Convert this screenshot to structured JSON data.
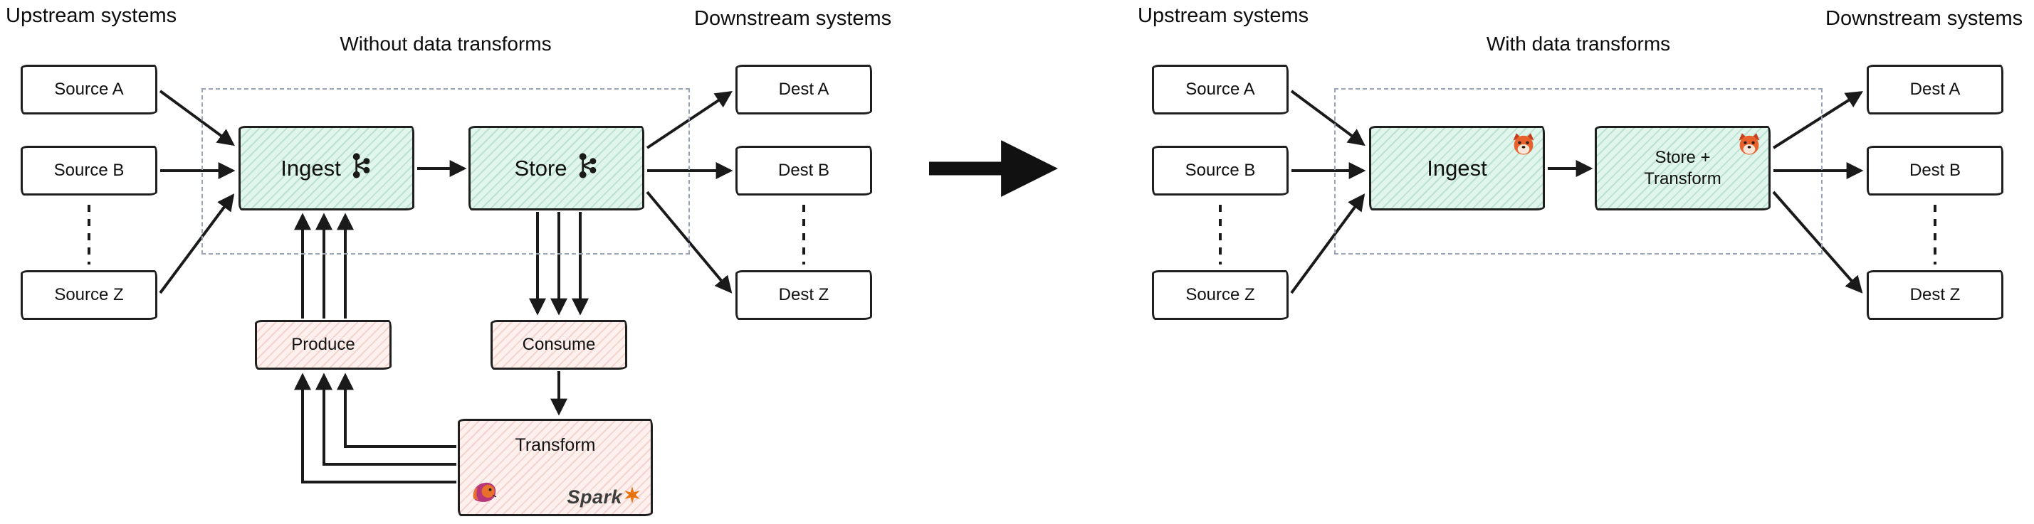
{
  "left": {
    "upstream_label": "Upstream systems",
    "downstream_label": "Downstream systems",
    "title": "Without data transforms",
    "sources": [
      "Source A",
      "Source B",
      "Source Z"
    ],
    "dests": [
      "Dest A",
      "Dest B",
      "Dest Z"
    ],
    "ingest": "Ingest",
    "store": "Store",
    "produce": "Produce",
    "consume": "Consume",
    "transform": "Transform",
    "spark": "Spark"
  },
  "right": {
    "upstream_label": "Upstream systems",
    "downstream_label": "Downstream systems",
    "title": "With data transforms",
    "sources": [
      "Source A",
      "Source B",
      "Source Z"
    ],
    "dests": [
      "Dest A",
      "Dest B",
      "Dest Z"
    ],
    "ingest": "Ingest",
    "store_transform": "Store + Transform"
  },
  "icons": {
    "kafka": "kafka-icon",
    "redpanda": "redpanda-icon",
    "flink": "flink-squirrel-icon",
    "spark_star": "spark-star-icon"
  },
  "colors": {
    "node_fill_teal": "#e0f5ec",
    "node_fill_pink": "#fdf0ed",
    "stroke": "#1f1f1f",
    "dashed_border": "#9aa3b8",
    "spark_orange": "#e8730c",
    "redpanda_orange": "#e8602c",
    "flink_magenta": "#b8377a"
  }
}
